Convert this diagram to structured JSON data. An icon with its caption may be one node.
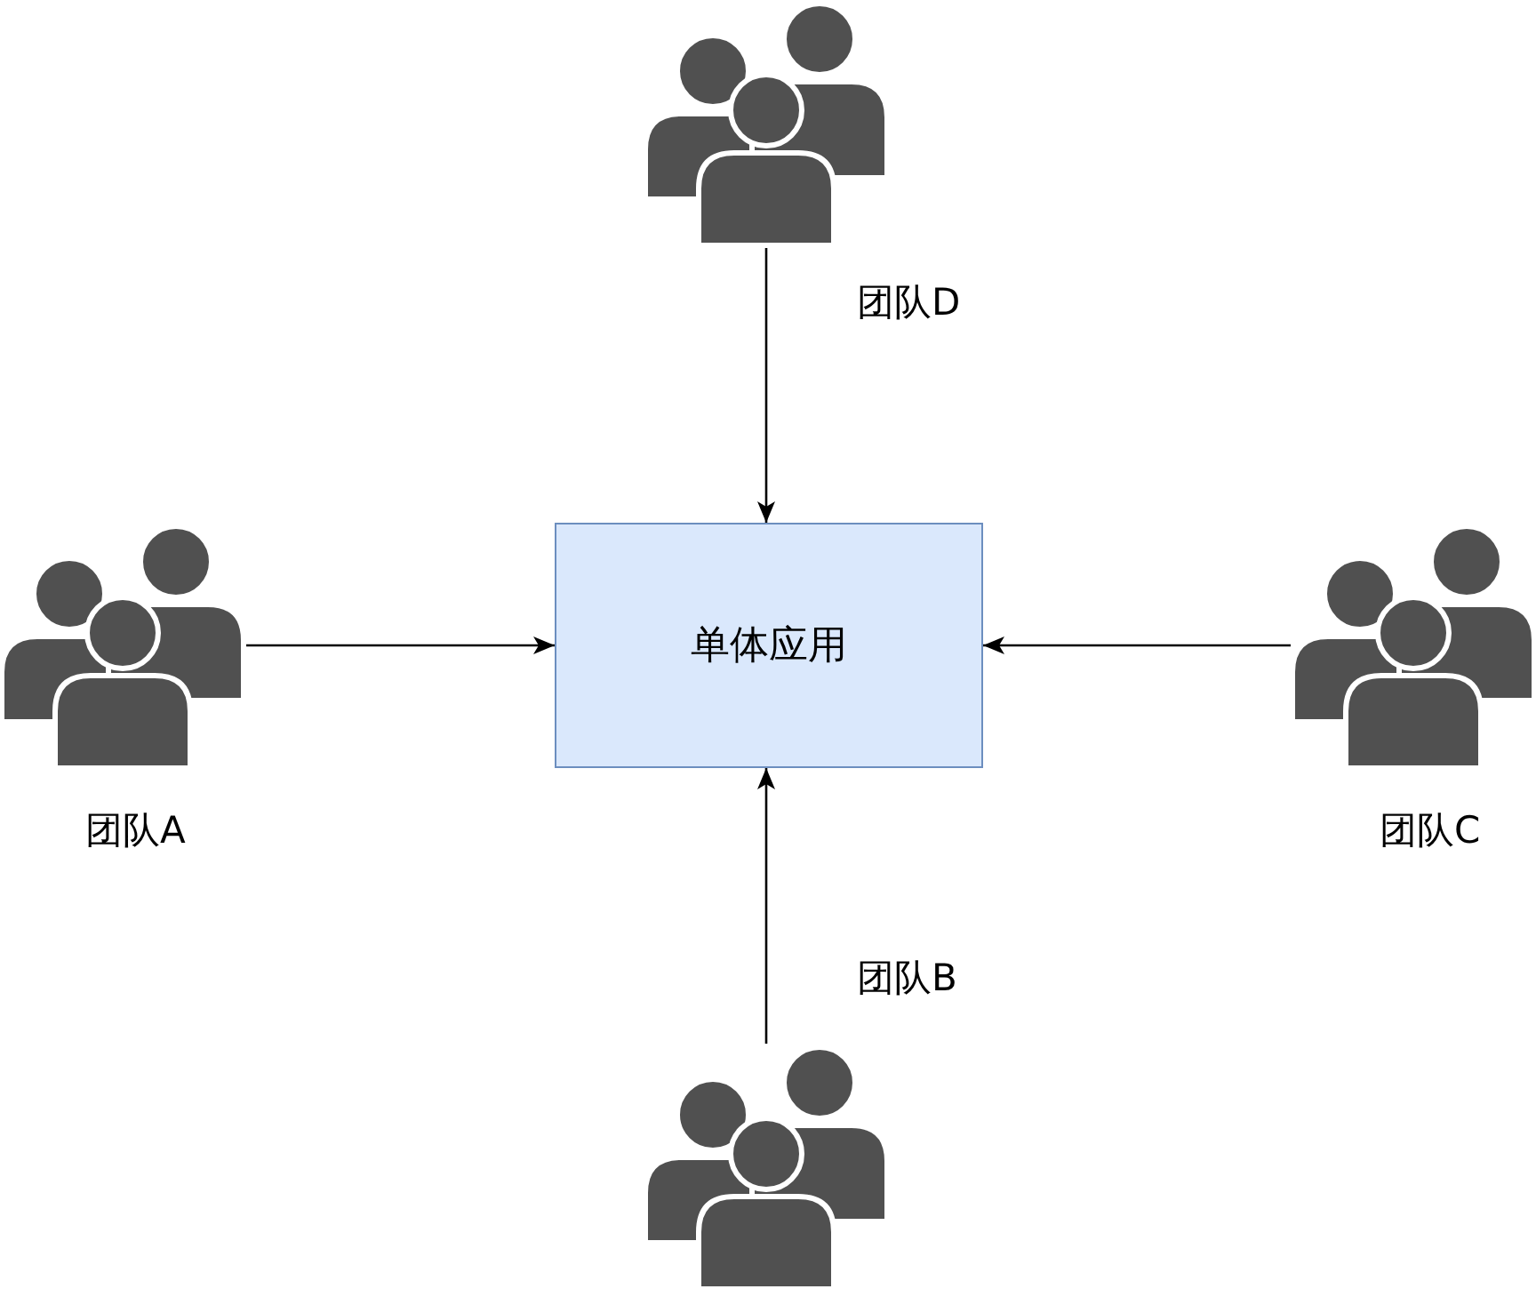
{
  "diagram": {
    "nodes": [
      {
        "text": [],
        "shape": "person",
        "beside": [
          "团队D"
        ]
      },
      {
        "text": [],
        "shape": "person",
        "beside": [
          "团队A"
        ]
      },
      {
        "text": [
          "单体应用"
        ]
      },
      {
        "text": [],
        "shape": "person",
        "beside": [
          "团队C"
        ]
      },
      {
        "text": [],
        "shape": "person",
        "beside": [
          "团队B"
        ]
      }
    ],
    "edges": [
      {
        "from": 0,
        "to": 2,
        "arrow": "to"
      },
      {
        "from": 1,
        "to": 2,
        "arrow": "to"
      },
      {
        "from": 3,
        "to": 2,
        "arrow": "to"
      },
      {
        "from": 4,
        "to": 2,
        "arrow": "to"
      }
    ]
  }
}
